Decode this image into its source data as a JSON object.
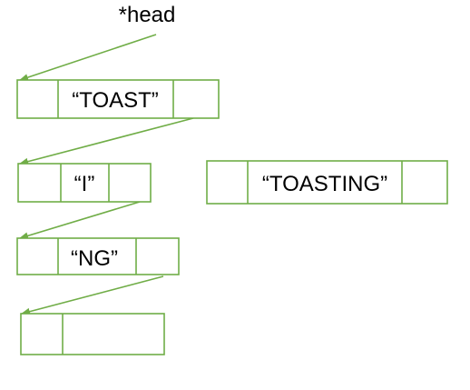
{
  "head_pointer": {
    "label": "*head"
  },
  "nodes": [
    {
      "id": "node-1",
      "text": "“TOAST”"
    },
    {
      "id": "node-2",
      "text": "“I”"
    },
    {
      "id": "node-3",
      "text": "“NG”"
    },
    {
      "id": "node-4",
      "text": ""
    },
    {
      "id": "node-standalone",
      "text": "“TOASTING”"
    }
  ],
  "colors": {
    "stroke": "#70ad47",
    "text": "#000000",
    "background": "#ffffff"
  }
}
